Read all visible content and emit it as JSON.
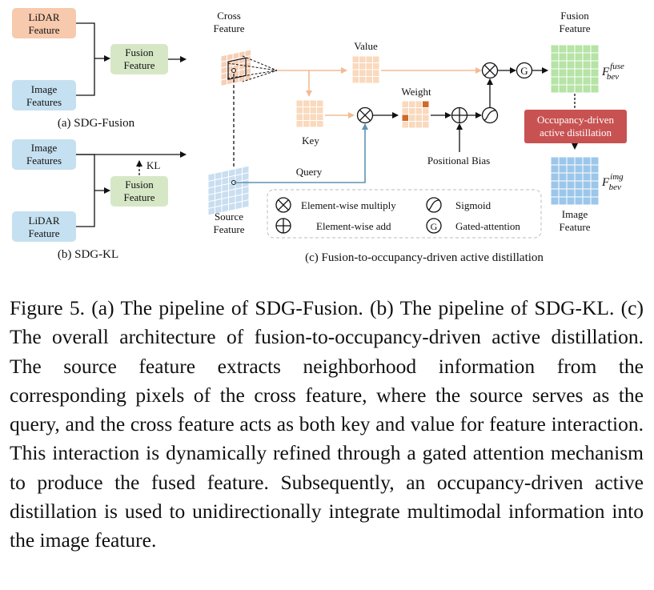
{
  "panel_a": {
    "lidar": [
      "LiDAR",
      "Feature"
    ],
    "image": [
      "Image",
      "Features"
    ],
    "fusion": [
      "Fusion",
      "Feature"
    ],
    "caption": "(a) SDG-Fusion"
  },
  "panel_b": {
    "image": [
      "Image",
      "Features"
    ],
    "lidar": [
      "LiDAR",
      "Feature"
    ],
    "fusion": [
      "Fusion",
      "Feature"
    ],
    "kl": "KL",
    "caption": "(b) SDG-KL"
  },
  "panel_c": {
    "cross_feature": [
      "Cross",
      "Feature"
    ],
    "source_feature": [
      "Source",
      "Feature"
    ],
    "value": "Value",
    "key": "Key",
    "weight": "Weight",
    "query": "Query",
    "positional_bias": "Positional Bias",
    "gate_symbol": "G",
    "fusion_feature": [
      "Fusion",
      "Feature"
    ],
    "image_feature": [
      "Image",
      "Feature"
    ],
    "f_letter": "F",
    "fuse_sup": "fuse",
    "img_sup": "img",
    "bev_sub": "bev",
    "distill_box": [
      "Occupancy-driven",
      "active distillation"
    ],
    "legend": {
      "multiply": "Element-wise multiply",
      "add": "Element-wise add",
      "sigmoid": "Sigmoid",
      "gated": "Gated-attention"
    },
    "caption": "(c) Fusion-to-occupancy-driven active distillation"
  },
  "colors": {
    "lidar_fill": "#f7c9ad",
    "image_fill": "#c5e0f0",
    "fusion_fill": "#d6e7c6",
    "distill_fill": "#c85252",
    "cross_grid": "#f6cfb6",
    "source_grid": "#c9def0",
    "value_grid": "#fad9bd",
    "fusion_grid": "#b6e3a6",
    "image_grid": "#9cc7ea",
    "weight_dark": "#cf6a2a",
    "query_line": "#5f93b4",
    "flow_line": "#f3bb94"
  },
  "figure_caption": "Figure 5. (a) The pipeline of SDG-Fusion. (b) The pipeline of SDG-KL. (c) The overall architecture of fusion-to-occupancy-driven active distillation. The source feature extracts neighborhood information from the corresponding pixels of the cross feature, where the source serves as the query, and the cross feature acts as both key and value for feature interaction. This interaction is dynamically refined through a gated attention mechanism to produce the fused feature. Subsequently, an occupancy-driven active distillation is used to unidirectionally integrate multimodal information into the image feature."
}
